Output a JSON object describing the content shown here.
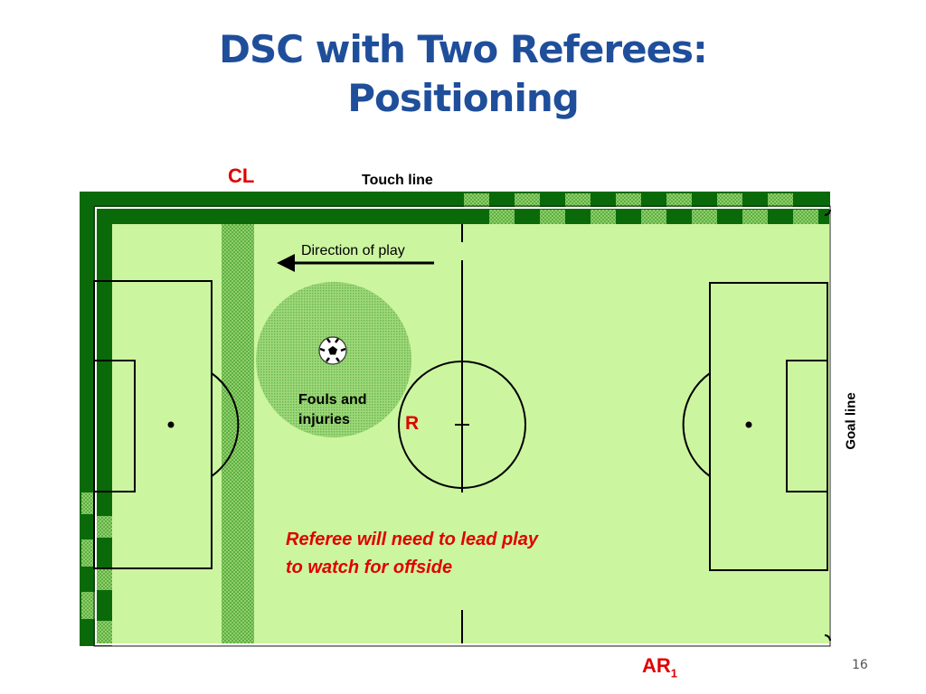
{
  "slide": {
    "title_line1": "DSC with Two Referees:",
    "title_line2": "Positioning",
    "page_number": "16"
  },
  "labels": {
    "club_linesman": "CL",
    "touch_line": "Touch line",
    "direction_of_play": "Direction of play",
    "fouls_and_injuries": "Fouls and injuries",
    "referee": "R",
    "note": "Referee will need to lead play to watch for offside",
    "goal_line": "Goal line",
    "assistant_referee": "AR",
    "assistant_referee_sub": "1"
  },
  "colors": {
    "title": "#1f4e9b",
    "referee_labels": "#e00000",
    "pitch": "#ccf5a0",
    "dark_stripe": "#0a6a0a",
    "hatched_zone": "#7bbf5a"
  },
  "icons": {
    "ball": "soccer-ball-icon",
    "direction_arrow": "left-arrow-icon"
  }
}
